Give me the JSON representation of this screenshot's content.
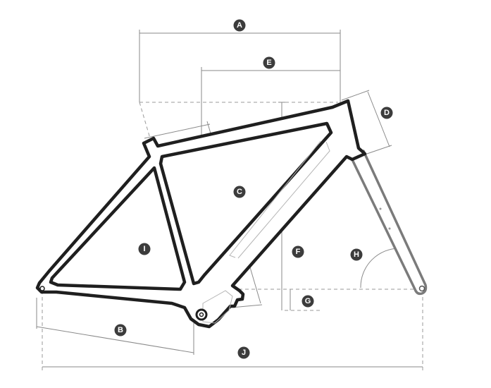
{
  "labels": {
    "a": "A",
    "b": "B",
    "c": "C",
    "d": "D",
    "e": "E",
    "f": "F",
    "g": "G",
    "h": "H",
    "i": "I",
    "j": "J"
  },
  "colors": {
    "frame_outline": "#1f1f1f",
    "fork_outline": "#7b7b7b",
    "dimension_lines": "#8a8a8a",
    "badge_fill": "#3c3c3c",
    "badge_text": "#ffffff"
  }
}
